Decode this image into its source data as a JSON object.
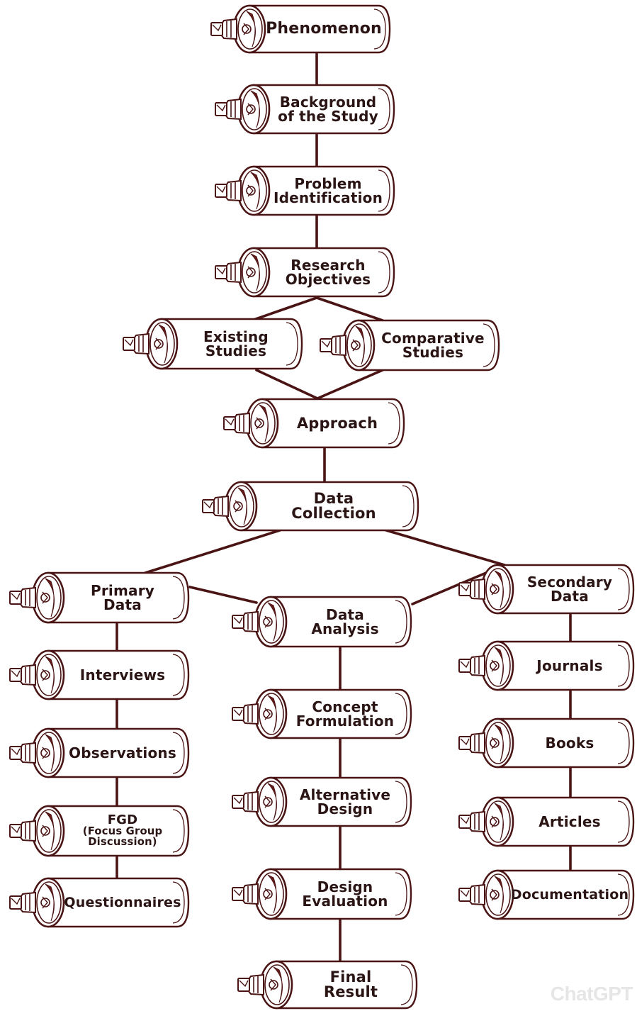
{
  "colors": {
    "stroke": "#4a1414",
    "fill": "#ffffff",
    "accent": "#6b1a1a",
    "text": "#2a1414"
  },
  "icon": "paint-can-roller-icon",
  "nodes": {
    "phenomenon": {
      "lines": [
        "Phenomenon"
      ]
    },
    "background": {
      "lines": [
        "Background",
        "of the Study"
      ]
    },
    "problem": {
      "lines": [
        "Problem",
        "Identification"
      ]
    },
    "objectives": {
      "lines": [
        "Research",
        "Objectives"
      ]
    },
    "existing": {
      "lines": [
        "Existing",
        "Studies"
      ]
    },
    "comparative": {
      "lines": [
        "Comparative",
        "Studies"
      ]
    },
    "approach": {
      "lines": [
        "Approach"
      ]
    },
    "data_collection": {
      "lines": [
        "Data",
        "Collection"
      ]
    },
    "primary": {
      "lines": [
        "Primary",
        "Data"
      ]
    },
    "secondary": {
      "lines": [
        "Secondary",
        "Data"
      ]
    },
    "analysis": {
      "lines": [
        "Data",
        "Analysis"
      ]
    },
    "interviews": {
      "lines": [
        "Interviews"
      ]
    },
    "observations": {
      "lines": [
        "Observations"
      ]
    },
    "fgd": {
      "lines": [
        "FGD",
        "(Focus Group",
        "Discussion)"
      ]
    },
    "questionnaires": {
      "lines": [
        "Questionnaires"
      ]
    },
    "concept": {
      "lines": [
        "Concept",
        "Formulation"
      ]
    },
    "alternative": {
      "lines": [
        "Alternative",
        "Design"
      ]
    },
    "evaluation": {
      "lines": [
        "Design",
        "Evaluation"
      ]
    },
    "final": {
      "lines": [
        "Final",
        "Result"
      ]
    },
    "journals": {
      "lines": [
        "Journals"
      ]
    },
    "books": {
      "lines": [
        "Books"
      ]
    },
    "articles": {
      "lines": [
        "Articles"
      ]
    },
    "documentation": {
      "lines": [
        "Documentation"
      ]
    }
  },
  "watermark": "ChatGPT"
}
